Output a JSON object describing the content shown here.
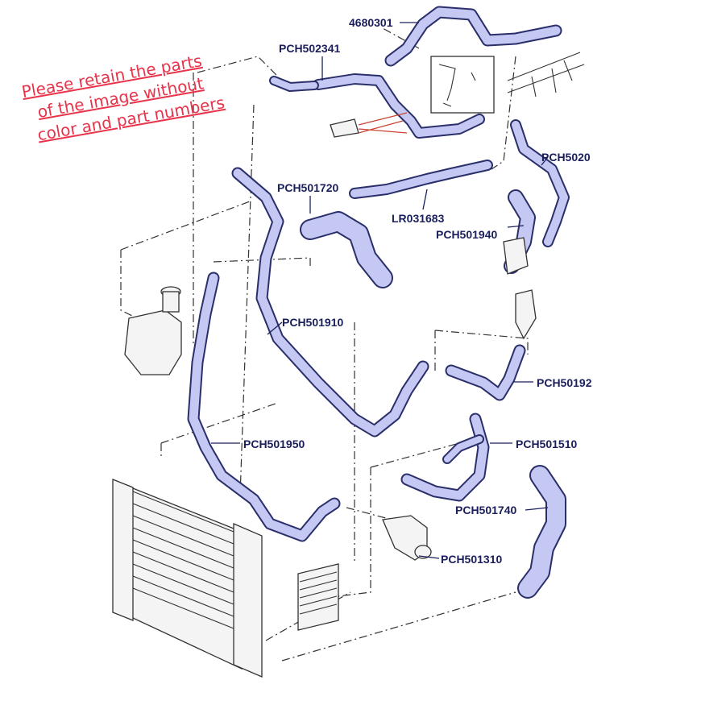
{
  "note": {
    "line1": "Please retain the parts",
    "line2": "of the image without",
    "line3": "color and part numbers"
  },
  "labels": {
    "p4680301": "4680301",
    "pPCH502341": "PCH502341",
    "pPCH50208": "PCH5020",
    "pPCH501720": "PCH501720",
    "pLR031683": "LR031683",
    "pPCH501940": "PCH501940",
    "pPCH501910": "PCH501910",
    "pPCH50192": "PCH50192",
    "pPCH501950": "PCH501950",
    "pPCH501510": "PCH501510",
    "pPCH501740": "PCH501740",
    "pPCH501310": "PCH501310"
  },
  "colors": {
    "hose_fill": "#c4c8f2",
    "label": "#1a1f5c",
    "note": "#e8334a"
  }
}
